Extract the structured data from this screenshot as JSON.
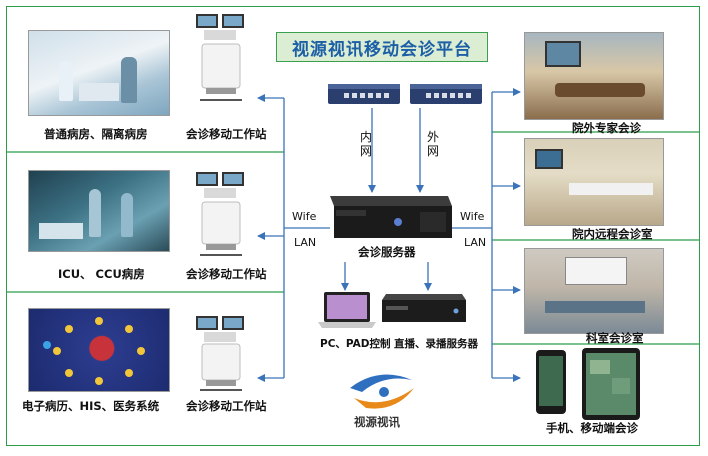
{
  "title": "视源视讯移动会诊平台",
  "left_panels": [
    {
      "label": "普通病房、隔离病房",
      "station": "会诊移动工作站"
    },
    {
      "label": "ICU、 CCU病房",
      "station": "会诊移动工作站"
    },
    {
      "label": "电子病历、HIS、医务系统",
      "station": "会诊移动工作站"
    }
  ],
  "center": {
    "switch_inner_label": "内网",
    "switch_outer_label": "外网",
    "server_label": "会诊服务器",
    "left_link_top": "Wife",
    "left_link_bottom": "LAN",
    "right_link_top": "Wife",
    "right_link_bottom": "LAN",
    "pc_label": "PC、PAD控制",
    "broadcast_label": "直播、录播服务器"
  },
  "right_panels": [
    {
      "label": "院外专家会诊"
    },
    {
      "label": "院内远程会诊室"
    },
    {
      "label": "科室会诊室"
    },
    {
      "label": "手机、移动端会诊"
    }
  ],
  "logo_text": "视源视讯",
  "colors": {
    "frame": "#2e9d4a",
    "arrow": "#3a73b8",
    "title_text": "#1d5fa6",
    "title_bg": "#dbeed4"
  }
}
